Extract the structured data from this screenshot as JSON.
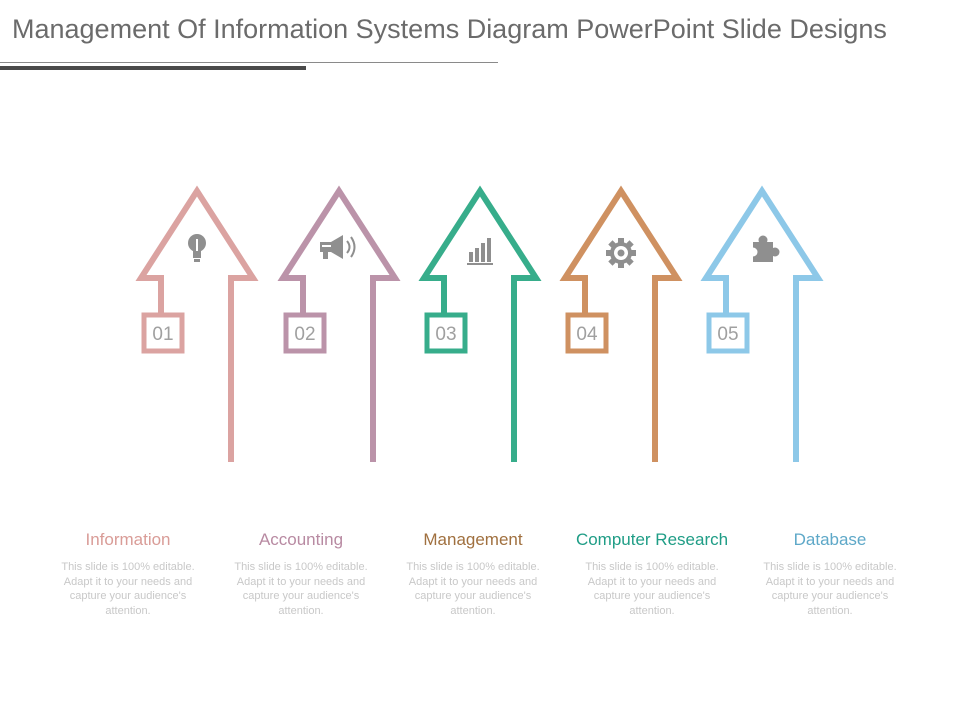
{
  "title": "Management Of Information Systems Diagram PowerPoint Slide Designs",
  "steps": [
    {
      "number": "01",
      "label": "Information",
      "icon": "lightbulb-icon",
      "color": "#dba3a1",
      "description": "This slide is 100% editable. Adapt it to your needs and capture your audience's attention."
    },
    {
      "number": "02",
      "label": "Accounting",
      "icon": "megaphone-icon",
      "color": "#bb93a9",
      "description": "This slide is 100% editable. Adapt it to your needs and capture your audience's attention."
    },
    {
      "number": "03",
      "label": "Management",
      "icon": "bar-chart-icon",
      "color": "#37ad8b",
      "description": "This slide is 100% editable. Adapt it to your needs and capture your audience's attention."
    },
    {
      "number": "04",
      "label": "Computer Research",
      "icon": "gear-icon",
      "color": "#cf9161",
      "description": "This slide is 100% editable. Adapt it to your needs and capture your audience's attention."
    },
    {
      "number": "05",
      "label": "Database",
      "icon": "puzzle-icon",
      "color": "#8dc8e8",
      "description": "This slide is 100% editable. Adapt it to your needs and capture your audience's attention."
    }
  ],
  "label_colors": [
    "#d99c97",
    "#b88aa2",
    "#a0703f",
    "#1f9d86",
    "#5ea8c8"
  ],
  "icon_color": "#8f8f8f"
}
